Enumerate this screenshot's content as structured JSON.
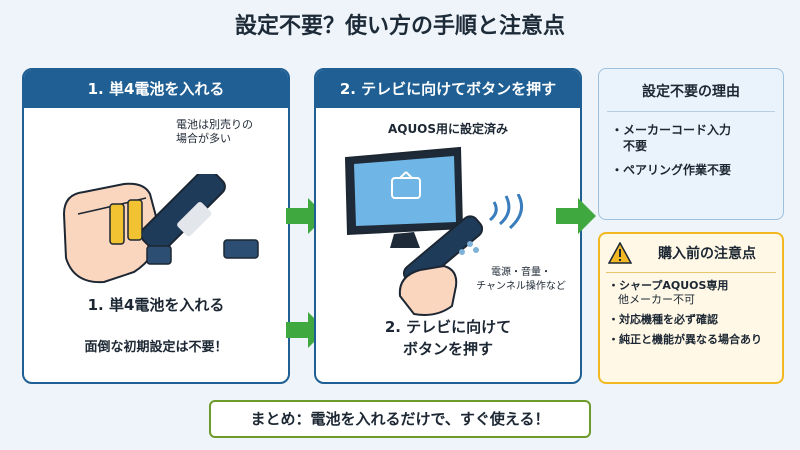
{
  "title": "設定不要？使い方の手順と注意点",
  "step1": {
    "header": "1. 単4電池を入れる",
    "note": "電池は別売りの\n場合が多い",
    "caption": "1. 単4電池を入れる",
    "sub_caption": "面倒な初期設定は不要！"
  },
  "step2": {
    "header": "2. テレビに向けてボタンを押す",
    "top_label": "AQUOS用に設定済み",
    "ops_note": "電源・音量・\nチャンネル操作など",
    "caption": "2. テレビに向けて\nボタンを押す"
  },
  "reason": {
    "title": "設定不要の理由",
    "items": [
      "・メーカーコード入力\n　不要",
      "・ペアリング作業不要"
    ]
  },
  "caution": {
    "title": "購入前の注意点",
    "items": [
      {
        "main": "・シャープAQUOS専用",
        "sub": "他メーカー不可"
      },
      {
        "main": "・対応機種を必ず確認",
        "sub": ""
      },
      {
        "main": "・純正と機能が異なる場合あり",
        "sub": ""
      }
    ]
  },
  "summary": "まとめ：電池を入れるだけで、すぐ使える！",
  "colors": {
    "panel_blue": "#1f5f93",
    "arrow_green": "#3fa83f",
    "caution_yellow": "#f2b824",
    "summary_green": "#6c9b2b"
  },
  "icons": [
    "hand-with-batteries-icon",
    "remote-battery-compartment-icon",
    "tv-icon",
    "hand-holding-remote-icon",
    "signal-waves-icon",
    "warning-icon"
  ]
}
